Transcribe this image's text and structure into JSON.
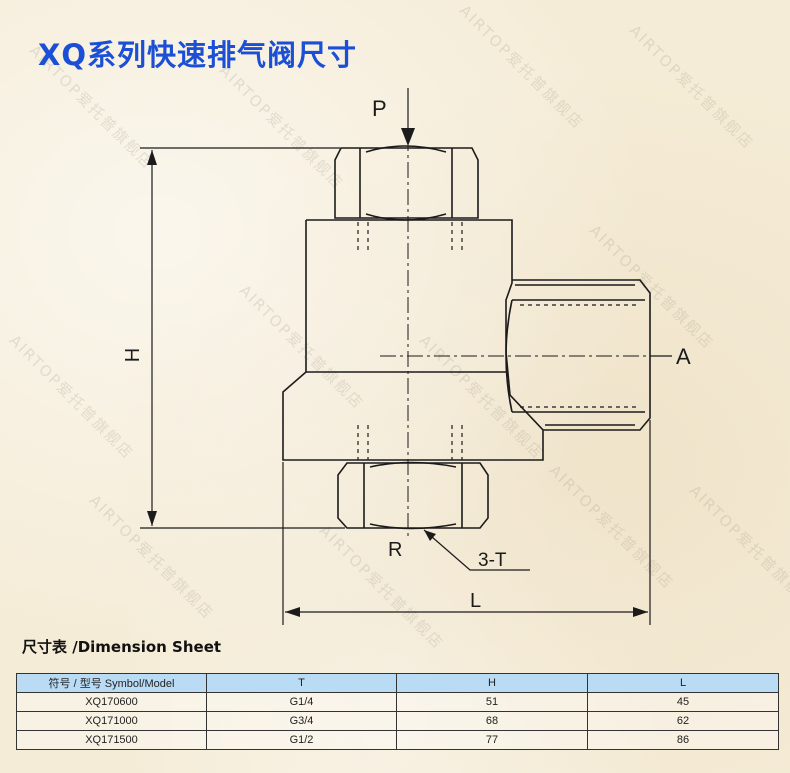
{
  "title": "XQ系列快速排气阀尺寸",
  "drawing": {
    "label_p": "P",
    "label_a": "A",
    "label_r": "R",
    "label_h": "H",
    "label_l": "L",
    "label_3t": "3-T"
  },
  "watermark_text": "AIRTOP爱托普旗舰店",
  "sheet_title": "尺寸表 /Dimension Sheet",
  "table": {
    "headers": [
      "符号 / 型号 Symbol/Model",
      "T",
      "H",
      "L"
    ],
    "rows": [
      [
        "XQ170600",
        "G1/4",
        "51",
        "45"
      ],
      [
        "XQ171000",
        "G3/4",
        "68",
        "62"
      ],
      [
        "XQ171500",
        "G1/2",
        "77",
        "86"
      ]
    ]
  }
}
